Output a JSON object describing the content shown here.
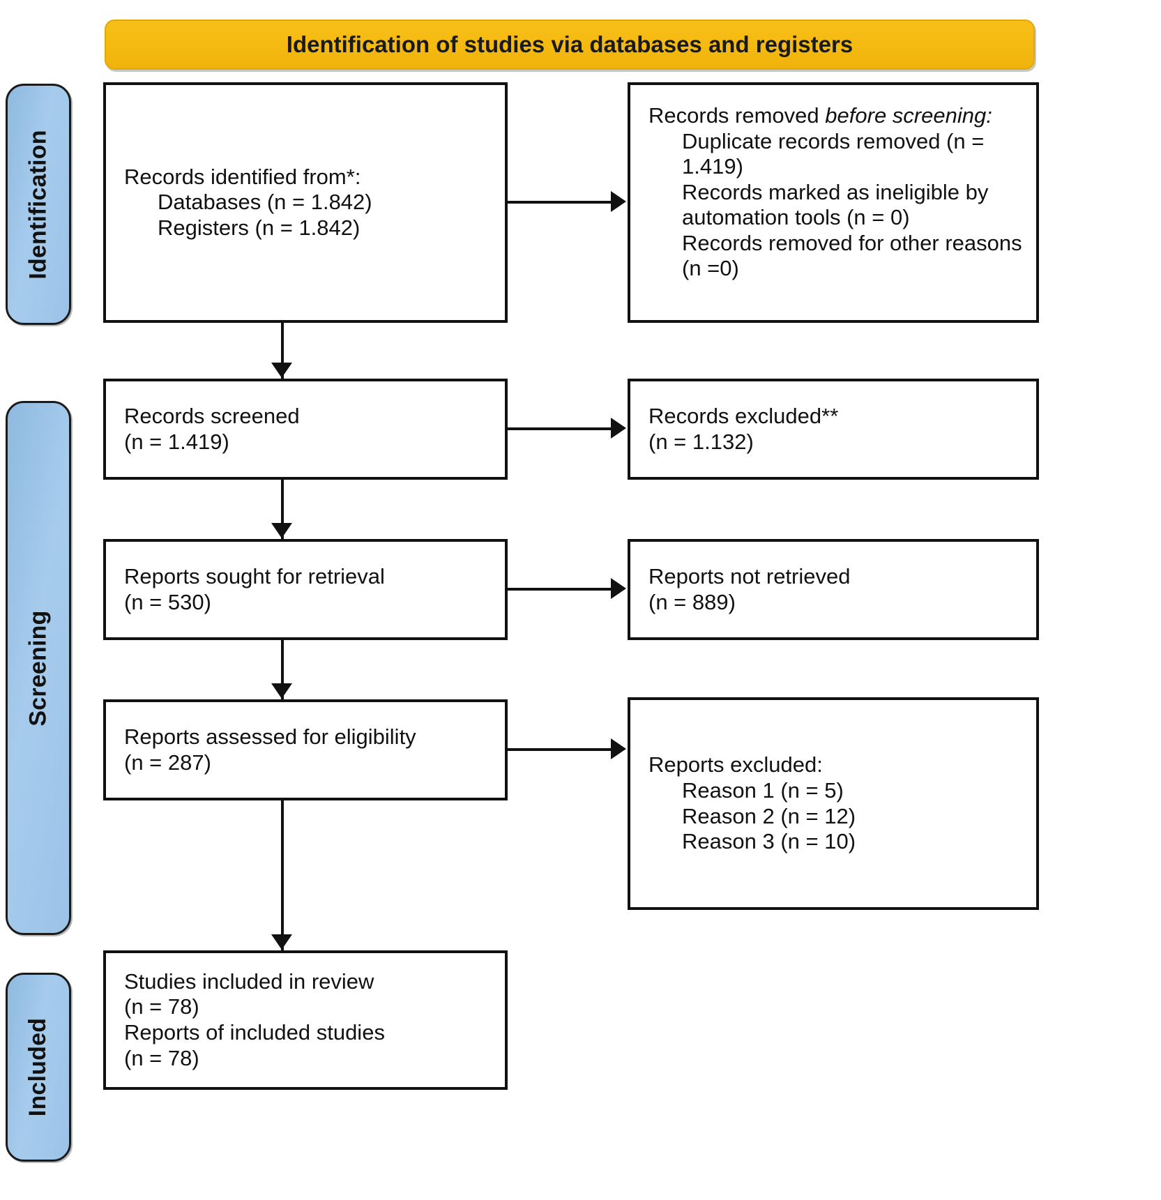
{
  "diagram": {
    "title": "Identification of studies via databases and registers",
    "phases": [
      {
        "id": "identification",
        "label": "Identification"
      },
      {
        "id": "screening",
        "label": "Screening"
      },
      {
        "id": "included",
        "label": "Included"
      }
    ],
    "boxes": {
      "records_identified": {
        "heading": "Records identified from*:",
        "line_databases": "Databases (n = 1.842)",
        "line_registers": "Registers (n = 1.842)"
      },
      "records_removed": {
        "heading_plain": "Records removed ",
        "heading_italic": "before screening",
        "heading_colon": ":",
        "line_duplicate": "Duplicate records removed (n = 1.419)",
        "line_ineligible": "Records marked as ineligible by automation tools (n = 0)",
        "line_other": "Records removed for other reasons (n =0)"
      },
      "records_screened": {
        "heading": "Records screened",
        "count": "(n = 1.419)"
      },
      "records_excluded": {
        "heading": "Records excluded**",
        "count": "(n = 1.132)"
      },
      "reports_sought": {
        "heading": "Reports sought for retrieval",
        "count": "(n = 530)"
      },
      "reports_not_retrieved": {
        "heading": "Reports not retrieved",
        "count": "(n = 889)"
      },
      "reports_assessed": {
        "heading": "Reports assessed for eligibility",
        "count": "(n = 287)"
      },
      "reports_excluded": {
        "heading": "Reports excluded:",
        "reason_1": "Reason 1 (n = 5)",
        "reason_2": "Reason 2 (n = 12)",
        "reason_3": "Reason 3 (n = 10)"
      },
      "studies_included": {
        "line_studies": "Studies included in review",
        "count_studies": "(n = 78)",
        "line_reports": "Reports of included studies",
        "count_reports": "(n = 78)"
      }
    },
    "colors": {
      "banner": "#f5ba10",
      "phase_bar": "#9cc3e8",
      "outline": "#111111",
      "background": "#ffffff"
    }
  }
}
